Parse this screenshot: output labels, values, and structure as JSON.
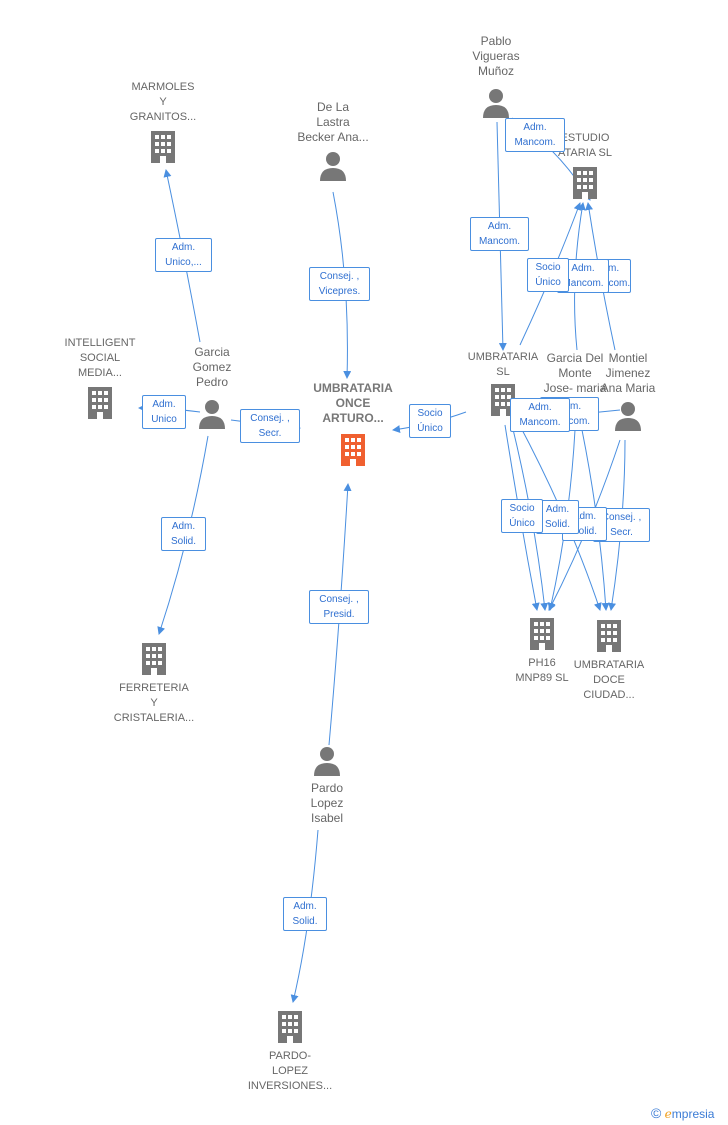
{
  "colors": {
    "edge": "#4a8fe0",
    "badge_text": "#2f6fd0",
    "node_icon": "#777777",
    "center_icon": "#f06030"
  },
  "nodes": {
    "center": "UMBRATARIA\nONCE\nARTURO...",
    "marmoles": "MARMOLES\nY\nGRANITOS...",
    "de_la_lastra": "De La\nLastra\nBecker Ana...",
    "pablo": "Pablo\nVigueras\nMuñoz",
    "estudio": "ESTUDIO\nATARIA  SL",
    "intelligent": "INTELLIGENT\nSOCIAL\nMEDIA...",
    "garcia_gomez": "Garcia\nGomez\nPedro",
    "umbrataria_sl": "UMBRATARIA\nSL",
    "garcia_del_monte": "Garcia Del\nMonte\nJose- maria",
    "montiel": "Montiel\nJimenez\nAna Maria",
    "ferreteria": "FERRETERIA\nY\nCRISTALERIA...",
    "ph16": "PH16\nMNP89  SL",
    "umbrataria_doce": "UMBRATARIA\nDOCE\nCIUDAD...",
    "pardo_lopez": "Pardo\nLopez\nIsabel",
    "pardo_inversiones": "PARDO-\nLOPEZ\nINVERSIONES..."
  },
  "badges": {
    "b_marmoles": "Adm.\nUnico,...",
    "b_lastra": "Consej. ,\nVicepres.",
    "b_pablo_estudio": "Adm.\nMancom.",
    "b_pablo_umb": "Adm.\nMancom.",
    "b_gm_estudio": "Adm.\nMancom.",
    "b_mon_estudio": "Adm.\nMancom.",
    "b_umb_estudio": "Socio\nÚnico",
    "b_intelligent": "Adm.\nUnico",
    "b_garcia_center": "Consej. ,\nSecr.",
    "b_umb_center": "Socio\nÚnico",
    "b_gm_umb": "Adm.\nMancom.",
    "b_mon_umb": "Adm.\nMancom.",
    "b_ferreteria": "Adm.\nSolid.",
    "b_umb_ph16": "Socio\nÚnico",
    "b_gm_ph16": "Adm.\nSolid.",
    "b_gm_doce": "Adm.\nSolid.",
    "b_mon_doce": "Consej. ,\nSecr.",
    "b_pardo_center": "Consej. ,\nPresid.",
    "b_pardo_inv": "Adm.\nSolid."
  },
  "brand": {
    "copyright": "©",
    "first_letter": "e",
    "rest": "mpresia"
  }
}
